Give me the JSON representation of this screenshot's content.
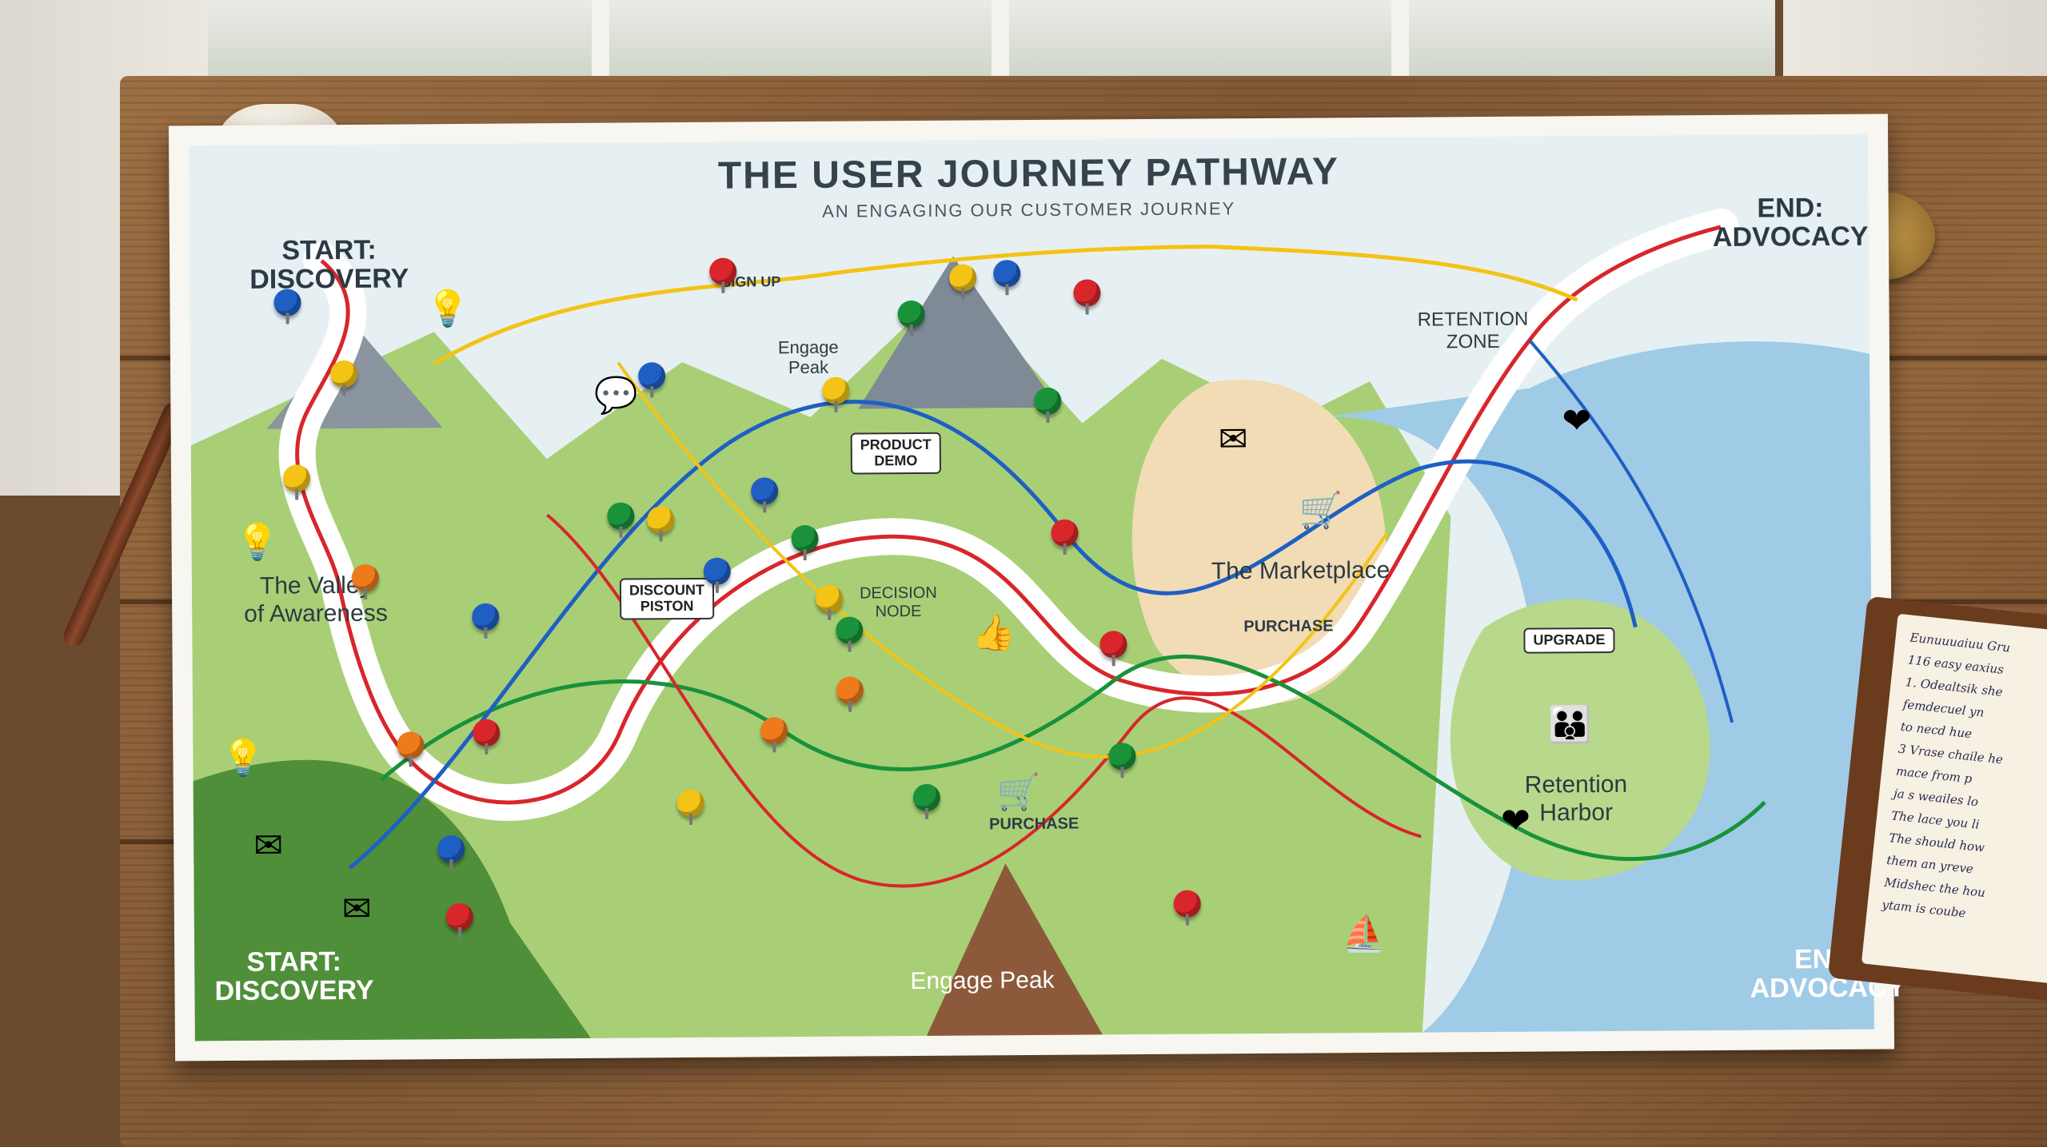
{
  "title": "THE USER JOURNEY PATHWAY",
  "subtitle": "AN ENGAGING OUR CUSTOMER JOURNEY",
  "corners": {
    "start_top": "START:\nDISCOVERY",
    "end_top": "END:\nADVOCACY",
    "start_bottom": "START:\nDISCOVERY",
    "end_bottom": "END:\nADVOCACY"
  },
  "regions": {
    "valley": "The Valley\nof Awareness",
    "engage_peak_top": "Engage\nPeak",
    "engage_peak_bottom": "Engage Peak",
    "retention_zone": "RETENTION\nZONE",
    "marketplace": "The Marketplace",
    "retention_harbor": "Retention\nHarbor",
    "decision_node": "DECISION\nNODE"
  },
  "tags": {
    "sign_up": "SIGN UP",
    "product_demo": "PRODUCT\nDEMO",
    "discount_piston": "DISCOUNT\nPISTON",
    "purchase_market": "PURCHASE",
    "purchase_bottom": "PURCHASE",
    "upgrade": "UPGRADE"
  },
  "notebook_text": "Eunuuuaiuu Gru\n116 easy eaxius\n1. Odealtsik she\nfemdecuel yn\nto necd hue\n3 Vrase chaile he\nmace from p\nja s weailes lo\nThe lace you li\nThe should how\nthem an yreve\nMidshec the hou\nytam is coube",
  "icons": [
    "lightbulb-icon",
    "mail-icon",
    "shopping-cart-icon",
    "heart-icon",
    "family-icon",
    "thumbs-up-icon",
    "sailboat-icon",
    "chat-bubble-icon"
  ],
  "colors": {
    "string_red": "#d8262b",
    "string_green": "#19923a",
    "string_blue": "#1f5fc4",
    "string_yellow": "#f3c315",
    "land": "#9fc86b",
    "water": "#8cc3e4",
    "path": "#ffffff"
  }
}
